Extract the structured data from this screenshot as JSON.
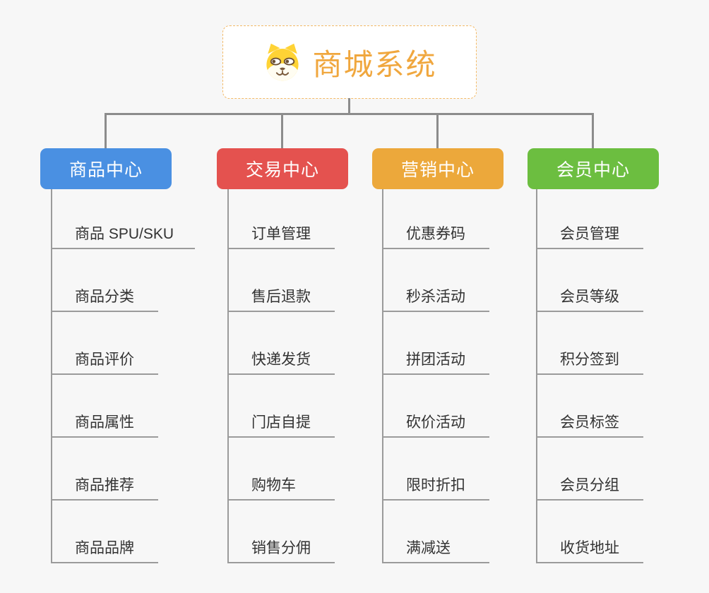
{
  "canvas": {
    "background": "#f7f7f7"
  },
  "root": {
    "title": "商城系统",
    "icon": "dog-face-icon",
    "accent_color": "#F0A73E",
    "border_color": "#F3BA67"
  },
  "connectors": {
    "tree_color": "#8C8C8C",
    "leaf_line_color": "#9B9B9B"
  },
  "branches": [
    {
      "label": "商品中心",
      "color": "#4A90E2",
      "children": [
        "商品 SPU/SKU",
        "商品分类",
        "商品评价",
        "商品属性",
        "商品推荐",
        "商品品牌"
      ]
    },
    {
      "label": "交易中心",
      "color": "#E4524F",
      "children": [
        "订单管理",
        "售后退款",
        "快递发货",
        "门店自提",
        "购物车",
        "销售分佣"
      ]
    },
    {
      "label": "营销中心",
      "color": "#ECA83B",
      "children": [
        "优惠券码",
        "秒杀活动",
        "拼团活动",
        "砍价活动",
        "限时折扣",
        "满减送"
      ]
    },
    {
      "label": "会员中心",
      "color": "#6CBE40",
      "children": [
        "会员管理",
        "会员等级",
        "积分签到",
        "会员标签",
        "会员分组",
        "收货地址"
      ]
    }
  ]
}
